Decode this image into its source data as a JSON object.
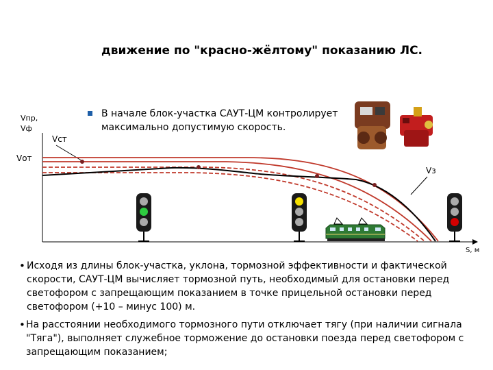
{
  "title": "движение по \"красно-жёлтому\" показанию ЛС.",
  "top_bullet": "В начале блок-участка САУТ-ЦМ контролирует максимально допустимую скорость.",
  "labels": {
    "vpr": "Vпр,",
    "vf": "Vф",
    "vst": "Vст",
    "vot": "Vот",
    "vz": "Vз",
    "s_axis": "S, м"
  },
  "bullets": [
    "Исходя из длины блок-участка, уклона, тормозной эффективности и фактической скорости, САУТ-ЦМ вычисляет тормозной путь, необходимый для остановки перед светофором с запрещающим показанием в точке прицельной остановки перед светофором (+10 – минус 100) м.",
    "На расстоянии необходимого тормозного пути отключает тягу (при наличии сигнала \"Тяга\"),  выполняет служебное торможение до остановки поезда перед светофором с запрещающим показанием;"
  ],
  "colors": {
    "curve": "#c0392b",
    "signal_green": "#2ecc40",
    "signal_yellow": "#f5e000",
    "signal_red": "#d40000",
    "bullet_marker": "#1e5fa8"
  },
  "signals": [
    {
      "name": "signal-green",
      "active": "green"
    },
    {
      "name": "signal-yellow",
      "active": "yellow"
    },
    {
      "name": "signal-red",
      "active": "red"
    }
  ]
}
